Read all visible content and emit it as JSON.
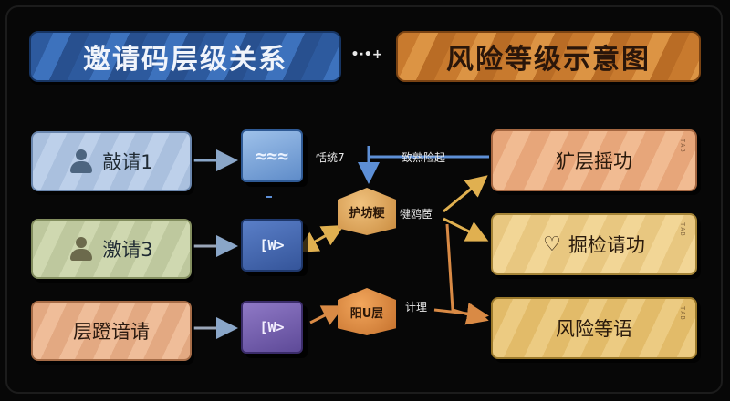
{
  "header": {
    "left_title": "邀请码层级关系",
    "connector": "•·•+",
    "right_title": "风险等级示意图"
  },
  "left_boxes": [
    {
      "label": "敲请1",
      "has_avatar": true
    },
    {
      "label": "激请3",
      "has_avatar": true
    },
    {
      "label": "层蹬谙请",
      "has_avatar": false
    }
  ],
  "middle_nodes": [
    {
      "label": "≈≈≈",
      "icon": "wave-icon"
    },
    {
      "label": "[W>",
      "icon": "code-icon"
    },
    {
      "label": "[W>",
      "icon": "code-icon"
    }
  ],
  "hex_nodes": [
    {
      "label": "护坊粳"
    },
    {
      "label": "阳U层"
    }
  ],
  "edge_labels": {
    "top_left": "恬统7",
    "top_right": "致熟险起",
    "middle": "犍鸥茝",
    "bottom": "计理"
  },
  "right_boxes": [
    {
      "label": "犷层摇功",
      "tag": "TAB",
      "icon": null
    },
    {
      "label": "掘检请功",
      "tag": "TAB",
      "icon": "heart-outline-icon"
    },
    {
      "label": "风险等语",
      "tag": "TAB",
      "icon": null
    }
  ],
  "colors": {
    "left_banner": "#3d72bd",
    "right_banner": "#dc9444",
    "arrow_blue": "#5d8fd6",
    "arrow_gold": "#e0b050",
    "arrow_orange": "#d98a45"
  }
}
